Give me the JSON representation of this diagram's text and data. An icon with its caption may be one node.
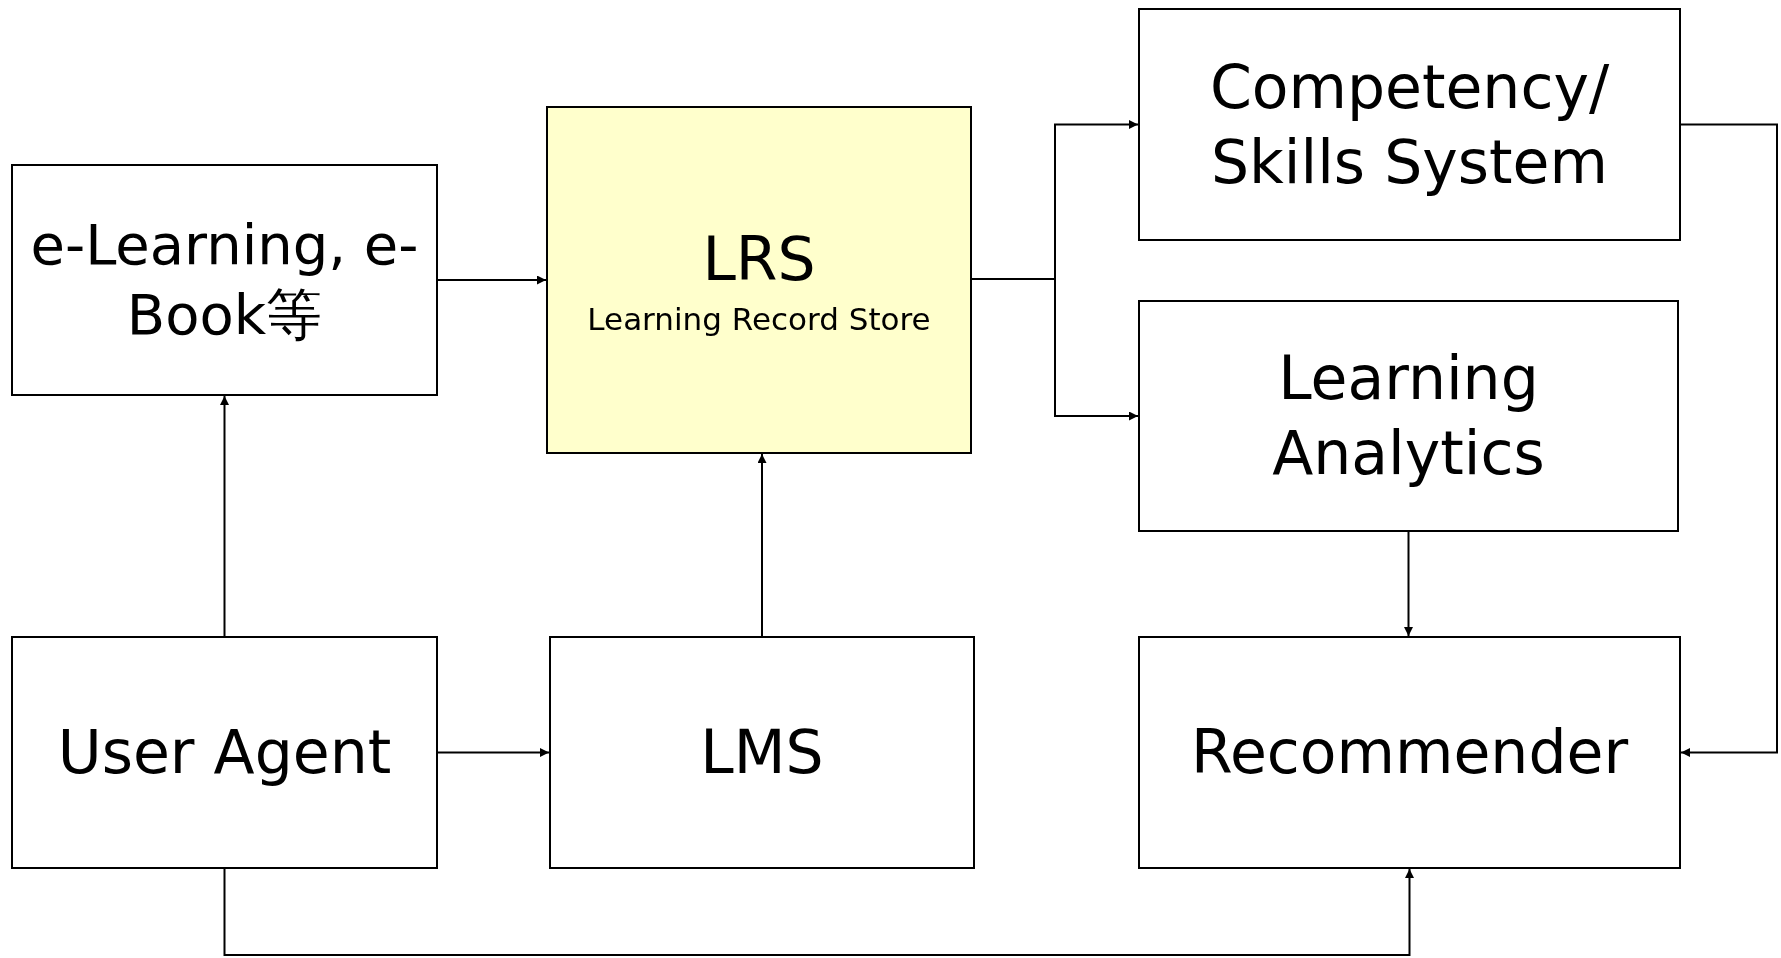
{
  "diagram": {
    "nodes": [
      {
        "text": [
          "e-Learning, e-Book等"
        ]
      },
      {
        "text": [
          "LRS",
          "Learning Record Store"
        ]
      },
      {
        "text": [
          "Competency/ Skills System"
        ]
      },
      {
        "text": [
          "Learning Analytics"
        ]
      },
      {
        "text": [
          "User Agent"
        ]
      },
      {
        "text": [
          "LMS"
        ]
      },
      {
        "text": [
          "Recommender"
        ]
      }
    ],
    "edges": [
      {
        "from": 0,
        "to": 1,
        "arrow": "to"
      },
      {
        "from": 1,
        "to": 2,
        "arrow": "to"
      },
      {
        "from": 1,
        "to": 3,
        "arrow": "to"
      },
      {
        "from": 2,
        "to": 6,
        "arrow": "to"
      },
      {
        "from": 3,
        "to": 6,
        "arrow": "to"
      },
      {
        "from": 4,
        "to": 0,
        "arrow": "to"
      },
      {
        "from": 4,
        "to": 5,
        "arrow": "to"
      },
      {
        "from": 5,
        "to": 1,
        "arrow": "to"
      },
      {
        "from": 4,
        "to": 6,
        "arrow": "to"
      }
    ]
  }
}
